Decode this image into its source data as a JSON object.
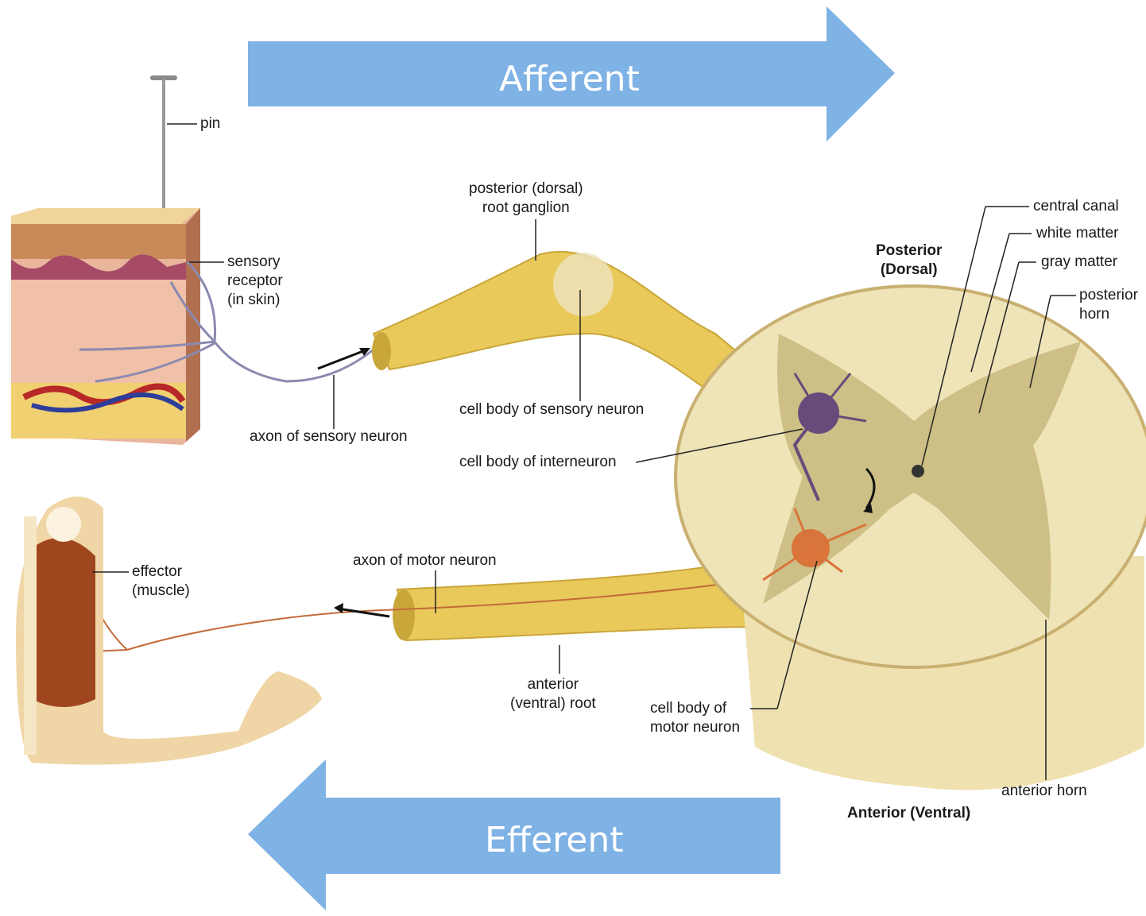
{
  "arrows": {
    "afferent": "Afferent",
    "efferent": "Efferent",
    "color": "#7fb2e5"
  },
  "labels": {
    "pin": "pin",
    "sensory_receptor": "sensory\nreceptor\n(in skin)",
    "axon_sensory": "axon of sensory neuron",
    "ganglion": "posterior (dorsal)\nroot ganglion",
    "cell_body_sensory": "cell body of sensory neuron",
    "cell_body_interneuron": "cell body of interneuron",
    "axon_motor": "axon of motor neuron",
    "effector": "effector\n(muscle)",
    "anterior_root": "anterior\n(ventral) root",
    "cell_body_motor": "cell body of\nmotor neuron",
    "posterior_dorsal": "Posterior\n(Dorsal)",
    "central_canal": "central canal",
    "white_matter": "white matter",
    "gray_matter": "gray matter",
    "posterior_horn": "posterior\nhorn",
    "anterior_horn": "anterior horn",
    "anterior_ventral": "Anterior (Ventral)"
  },
  "colors": {
    "nerve": "#e8c95a",
    "white_matter": "#efe3b8",
    "gray_matter": "#cdbf85",
    "sensory_neuron": "#6a4a7a",
    "motor_neuron": "#d9743a",
    "skin": "#e9a98c"
  }
}
